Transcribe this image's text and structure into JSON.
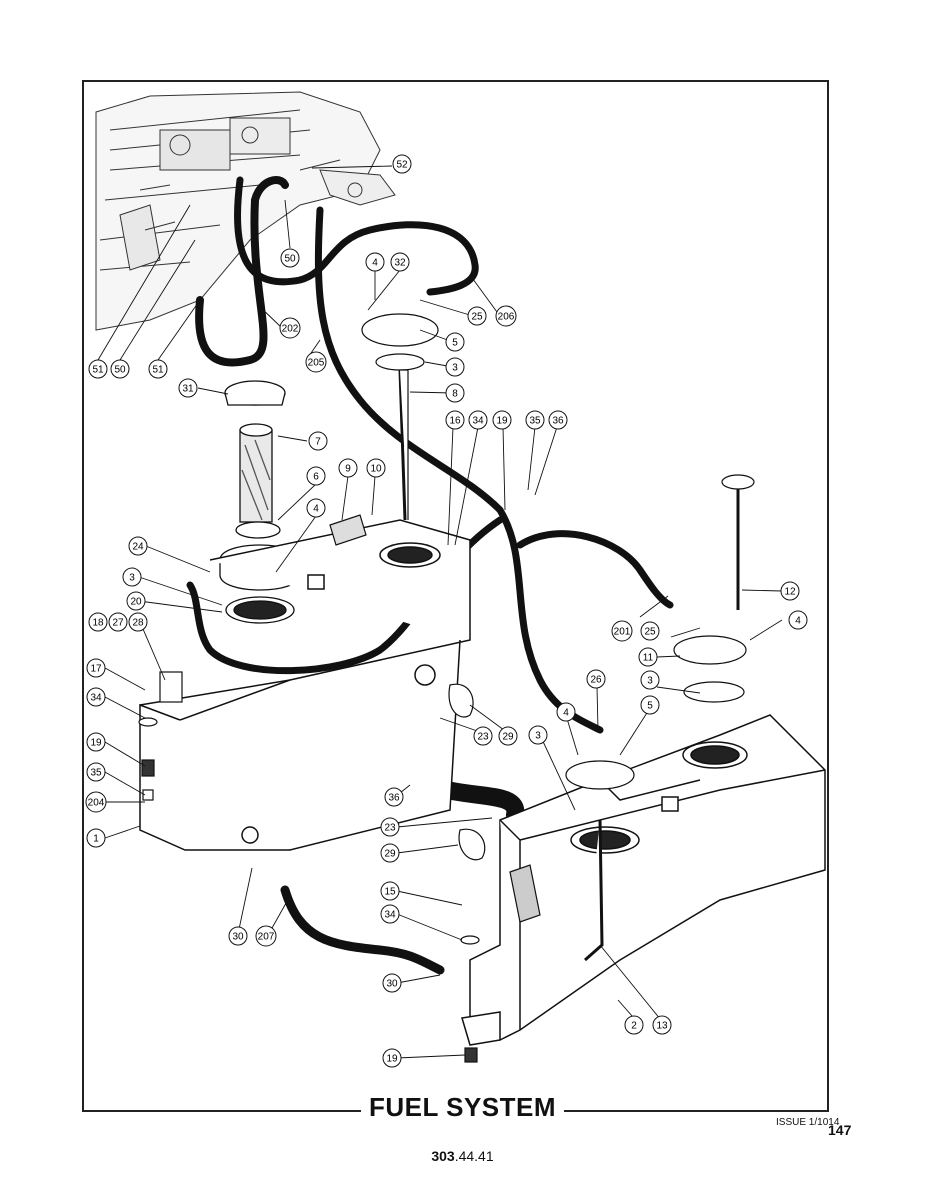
{
  "title": "FUEL SYSTEM",
  "issue": "ISSUE 1/1014",
  "page_number": "147",
  "doc_number_bold": "303",
  "doc_number_rest": ".44.41",
  "callouts": [
    {
      "id": "52"
    },
    {
      "id": "50"
    },
    {
      "id": "4"
    },
    {
      "id": "32"
    },
    {
      "id": "206"
    },
    {
      "id": "25"
    },
    {
      "id": "5"
    },
    {
      "id": "202"
    },
    {
      "id": "205"
    },
    {
      "id": "3"
    },
    {
      "id": "51"
    },
    {
      "id": "50"
    },
    {
      "id": "51"
    },
    {
      "id": "31"
    },
    {
      "id": "8"
    },
    {
      "id": "16"
    },
    {
      "id": "34"
    },
    {
      "id": "19"
    },
    {
      "id": "35"
    },
    {
      "id": "36"
    },
    {
      "id": "7"
    },
    {
      "id": "9"
    },
    {
      "id": "10"
    },
    {
      "id": "6"
    },
    {
      "id": "4"
    },
    {
      "id": "24"
    },
    {
      "id": "3"
    },
    {
      "id": "20"
    },
    {
      "id": "12"
    },
    {
      "id": "18"
    },
    {
      "id": "27"
    },
    {
      "id": "28"
    },
    {
      "id": "201"
    },
    {
      "id": "25"
    },
    {
      "id": "4"
    },
    {
      "id": "11"
    },
    {
      "id": "17"
    },
    {
      "id": "26"
    },
    {
      "id": "3"
    },
    {
      "id": "34"
    },
    {
      "id": "4"
    },
    {
      "id": "5"
    },
    {
      "id": "23"
    },
    {
      "id": "29"
    },
    {
      "id": "3"
    },
    {
      "id": "19"
    },
    {
      "id": "35"
    },
    {
      "id": "36"
    },
    {
      "id": "204"
    },
    {
      "id": "1"
    },
    {
      "id": "23"
    },
    {
      "id": "29"
    },
    {
      "id": "15"
    },
    {
      "id": "34"
    },
    {
      "id": "30"
    },
    {
      "id": "207"
    },
    {
      "id": "30"
    },
    {
      "id": "2"
    },
    {
      "id": "13"
    },
    {
      "id": "19"
    }
  ]
}
